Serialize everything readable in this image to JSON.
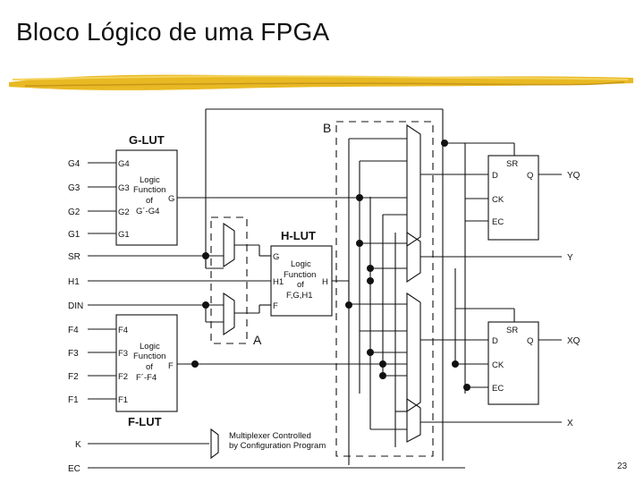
{
  "slide": {
    "title": "Bloco Lógico de uma FPGA",
    "page_number": "23"
  },
  "diagram": {
    "left_inputs": [
      "G4",
      "G3",
      "G2",
      "G1",
      "SR",
      "H1",
      "DIN",
      "F4",
      "F3",
      "F2",
      "F1",
      "K",
      "EC"
    ],
    "g_lut": {
      "title": "G-LUT",
      "pins": [
        "G4",
        "G3",
        "G2",
        "G1"
      ],
      "function_lines": [
        "Logic",
        "Function",
        "of",
        "G´-G4"
      ],
      "out": "G"
    },
    "f_lut": {
      "title": "F-LUT",
      "pins": [
        "F4",
        "F3",
        "F2",
        "F1"
      ],
      "function_lines": [
        "Logic",
        "Function",
        "of",
        "F´-F4"
      ],
      "out": "F"
    },
    "h_lut": {
      "title": "H-LUT",
      "pins": [
        "G",
        "H1",
        "F"
      ],
      "function_lines": [
        "Logic",
        "Function",
        "of",
        "F,G,H1"
      ],
      "out": "H"
    },
    "ff_top": {
      "pins": [
        "SR",
        "D",
        "Q",
        "CK",
        "EC"
      ]
    },
    "ff_bottom": {
      "pins": [
        "SR",
        "D",
        "Q",
        "CK",
        "EC"
      ]
    },
    "outputs": [
      "YQ",
      "Y",
      "XQ",
      "X"
    ],
    "labels": {
      "b": "B",
      "a": "A"
    },
    "legend_lines": [
      "Multiplexer Controlled",
      "by Configuration Program"
    ]
  }
}
